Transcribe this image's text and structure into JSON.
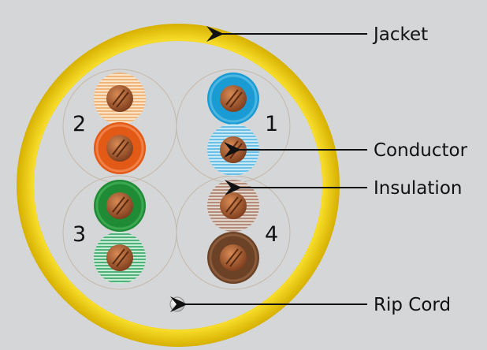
{
  "diagram": {
    "labels": {
      "jacket": "Jacket",
      "conductor": "Conductor",
      "insulation": "Insulation",
      "rip_cord": "Rip Cord"
    },
    "pair_numbers": [
      "1",
      "2",
      "3",
      "4"
    ],
    "colors": {
      "background": "#d5d6d8",
      "jacket": "#e9c400",
      "blue": "#1b9bd3",
      "blue_stripe": "#8fd0ea",
      "orange": "#e35a17",
      "orange_stripe": "#f6cfa6",
      "green": "#1f8c35",
      "green_stripe": "#7cc8a0",
      "brown": "#6b4226",
      "brown_stripe": "#c9ada0",
      "copper": "#a0522d"
    }
  }
}
